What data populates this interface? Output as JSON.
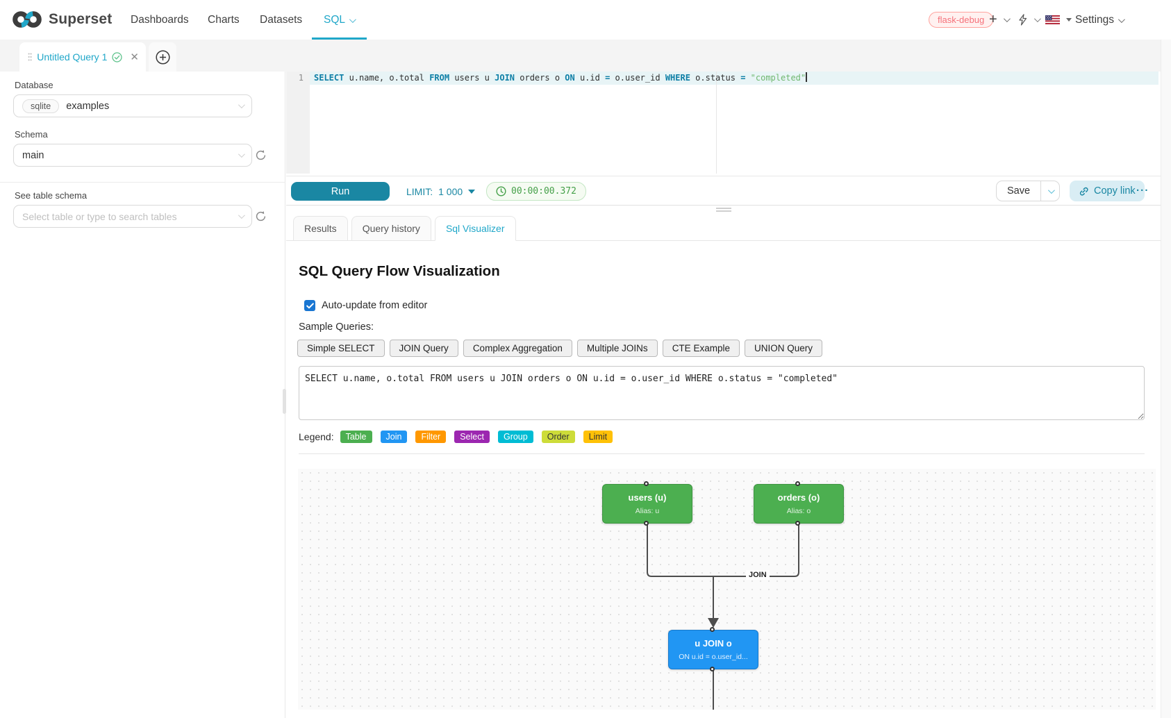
{
  "navbar": {
    "brand": "Superset",
    "items": [
      {
        "label": "Dashboards"
      },
      {
        "label": "Charts"
      },
      {
        "label": "Datasets"
      },
      {
        "label": "SQL"
      }
    ],
    "env_badge": "flask-debug",
    "settings_label": "Settings",
    "accent_color": "#20a7c9"
  },
  "query_tab": {
    "title": "Untitled Query 1"
  },
  "sidebar": {
    "database_label": "Database",
    "db_engine": "sqlite",
    "db_name": "examples",
    "schema_label": "Schema",
    "schema_value": "main",
    "table_label": "See table schema",
    "table_placeholder": "Select table or type to search tables"
  },
  "editor": {
    "line_number": "1",
    "tokens": [
      {
        "text": "SELECT",
        "type": "kw"
      },
      {
        "text": " u.name, o.total ",
        "type": "plain"
      },
      {
        "text": "FROM",
        "type": "kw"
      },
      {
        "text": " users u ",
        "type": "plain"
      },
      {
        "text": "JOIN",
        "type": "kw"
      },
      {
        "text": " orders o ",
        "type": "plain"
      },
      {
        "text": "ON",
        "type": "kw"
      },
      {
        "text": " u.id ",
        "type": "plain"
      },
      {
        "text": "=",
        "type": "op"
      },
      {
        "text": " o.user_id ",
        "type": "plain"
      },
      {
        "text": "WHERE",
        "type": "kw"
      },
      {
        "text": " o.status ",
        "type": "plain"
      },
      {
        "text": "=",
        "type": "op"
      },
      {
        "text": " ",
        "type": "plain"
      },
      {
        "text": "\"completed\"",
        "type": "str"
      }
    ]
  },
  "toolbar": {
    "run_label": "Run",
    "limit_label": "LIMIT:",
    "limit_value": "1 000",
    "timer": "00:00:00.372",
    "save_label": "Save",
    "copy_link_label": "Copy link",
    "more_label": "...",
    "run_color": "#1a87a3",
    "timer_color": "#45a049"
  },
  "result_tabs": [
    {
      "label": "Results"
    },
    {
      "label": "Query history"
    },
    {
      "label": "Sql Visualizer"
    }
  ],
  "visualizer": {
    "title": "SQL Query Flow Visualization",
    "auto_update_label": "Auto-update from editor",
    "auto_update_checked": true,
    "samples_label": "Sample Queries:",
    "samples": [
      "Simple SELECT",
      "JOIN Query",
      "Complex Aggregation",
      "Multiple JOINs",
      "CTE Example",
      "UNION Query"
    ],
    "query": "SELECT u.name, o.total FROM users u JOIN orders o ON u.id = o.user_id WHERE o.status = \"completed\"",
    "legend_label": "Legend:",
    "legend": [
      {
        "label": "Table",
        "color": "#4CAF50"
      },
      {
        "label": "Join",
        "color": "#2196F3"
      },
      {
        "label": "Filter",
        "color": "#FF9800"
      },
      {
        "label": "Select",
        "color": "#9C27B0"
      },
      {
        "label": "Group",
        "color": "#00BCD4"
      },
      {
        "label": "Order",
        "color": "#CDDC39"
      },
      {
        "label": "Limit",
        "color": "#FFC107"
      }
    ],
    "flow": {
      "edge_label": "JOIN",
      "nodes": [
        {
          "title": "users (u)",
          "subtitle": "Alias: u",
          "type": "table",
          "color": "#4CAF50"
        },
        {
          "title": "orders (o)",
          "subtitle": "Alias: o",
          "type": "table",
          "color": "#4CAF50"
        },
        {
          "title": "u JOIN o",
          "subtitle": "ON u.id = o.user_id...",
          "type": "join",
          "color": "#2196F3"
        }
      ]
    }
  }
}
